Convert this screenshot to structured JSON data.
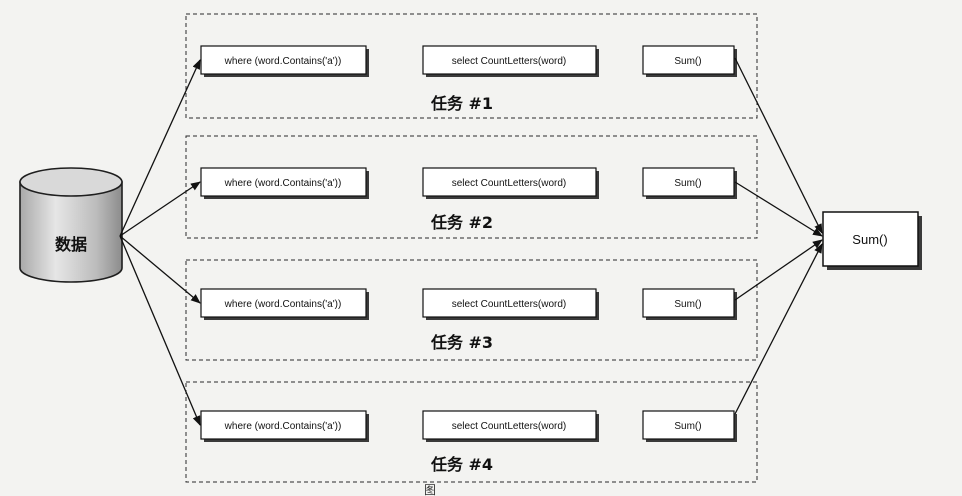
{
  "source": {
    "label": "数据"
  },
  "tasks": [
    {
      "label": "任务 #1",
      "where": "where (word.Contains('a'))",
      "select": "select CountLetters(word)",
      "sum": "Sum()"
    },
    {
      "label": "任务 #2",
      "where": "where (word.Contains('a'))",
      "select": "select CountLetters(word)",
      "sum": "Sum()"
    },
    {
      "label": "任务 #3",
      "where": "where (word.Contains('a'))",
      "select": "select CountLetters(word)",
      "sum": "Sum()"
    },
    {
      "label": "任务 #4",
      "where": "where (word.Contains('a'))",
      "select": "select CountLetters(word)",
      "sum": "Sum()"
    }
  ],
  "result": {
    "label": "Sum()"
  },
  "caption": "图",
  "colors": {
    "ink": "#111111",
    "background": "#f3f3f1"
  }
}
